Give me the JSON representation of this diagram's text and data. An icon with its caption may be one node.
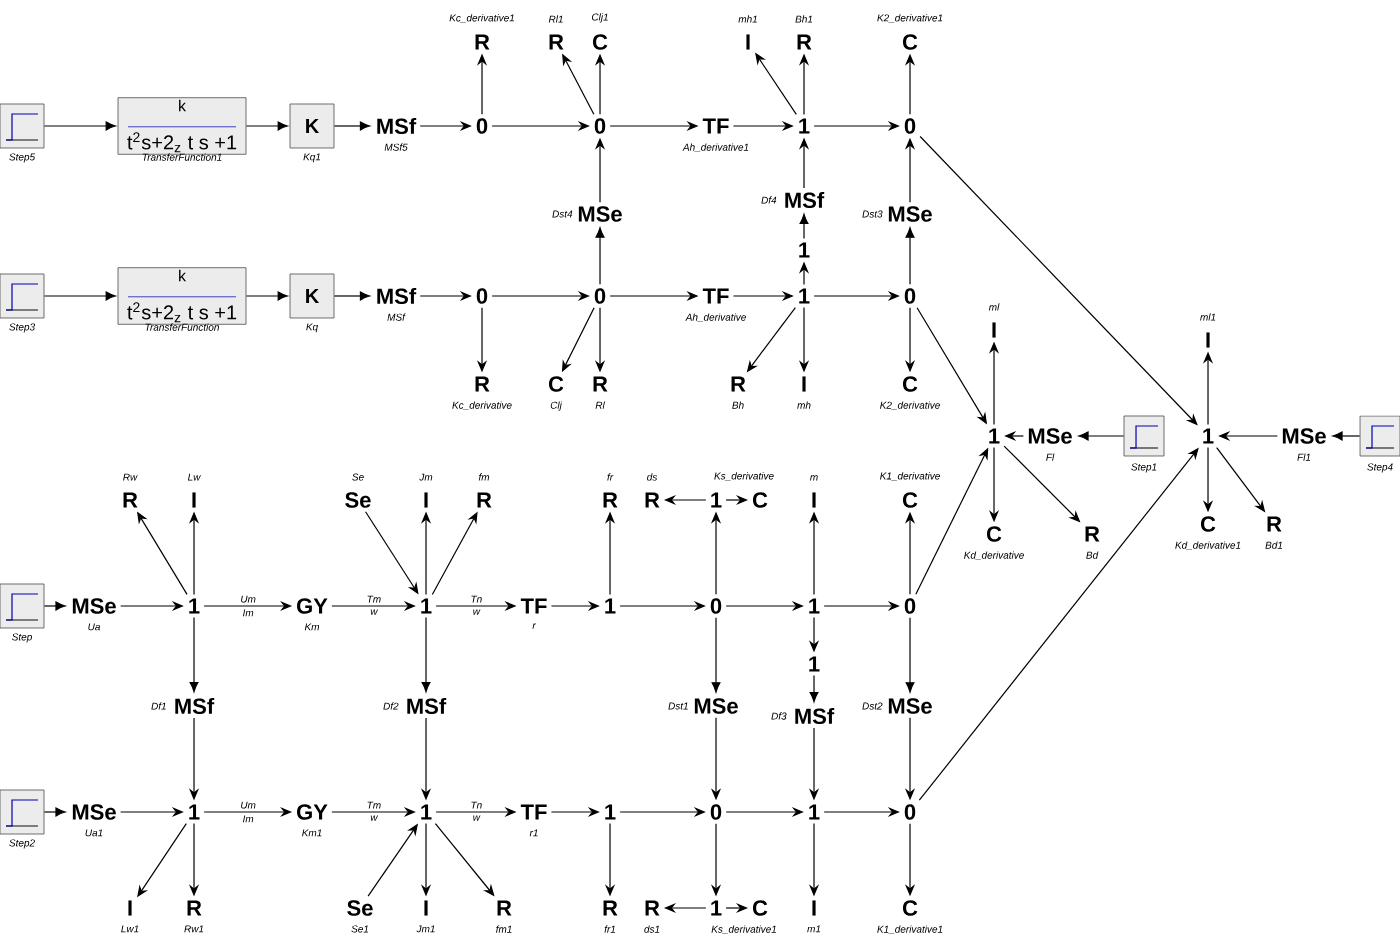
{
  "diagram": {
    "nodes": [
      {
        "text": [],
        "shape": "picture",
        "beside": [
          "Step5"
        ]
      },
      {
        "text": [
          "k",
          "t$^{2}$s+2$_{z}$ t s +1"
        ],
        "beside": [
          "TransferFunction1"
        ]
      },
      {
        "text": [
          "K"
        ],
        "beside": [
          "Kq1"
        ]
      },
      {
        "text": [
          "MSf"
        ],
        "beside": [
          "MSf5"
        ]
      },
      {
        "text": [
          "0"
        ]
      },
      {
        "text": [
          "R"
        ],
        "beside": [
          "Kc_derivative1"
        ]
      },
      {
        "text": [
          "0"
        ]
      },
      {
        "text": [
          "R"
        ],
        "beside": [
          "Rl1"
        ]
      },
      {
        "text": [
          "C"
        ],
        "beside": [
          "Clj1"
        ]
      },
      {
        "text": [
          "MSe"
        ],
        "beside": [
          "Dst4"
        ]
      },
      {
        "text": [
          "TF"
        ],
        "beside": [
          "Ah_derivative1"
        ]
      },
      {
        "text": [
          "1"
        ]
      },
      {
        "text": [
          "I"
        ],
        "beside": [
          "mh1"
        ]
      },
      {
        "text": [
          "R"
        ],
        "beside": [
          "Bh1"
        ]
      },
      {
        "text": [
          "MSf"
        ],
        "beside": [
          "Df4"
        ]
      },
      {
        "text": [
          "1"
        ]
      },
      {
        "text": [
          "0"
        ]
      },
      {
        "text": [
          "C"
        ],
        "beside": [
          "K2_derivative1"
        ]
      },
      {
        "text": [
          "MSe"
        ],
        "beside": [
          "Dst3"
        ]
      },
      {
        "text": [],
        "shape": "picture",
        "beside": [
          "Step3"
        ]
      },
      {
        "text": [
          "k",
          "t$^{2}$s+2$_{z}$ t s +1"
        ],
        "beside": [
          "TransferFunction"
        ]
      },
      {
        "text": [
          "K"
        ],
        "beside": [
          "Kq"
        ]
      },
      {
        "text": [
          "MSf"
        ],
        "beside": [
          "MSf"
        ]
      },
      {
        "text": [
          "0"
        ]
      },
      {
        "text": [
          "R"
        ],
        "beside": [
          "Kc_derivative"
        ]
      },
      {
        "text": [
          "0"
        ]
      },
      {
        "text": [
          "C"
        ],
        "beside": [
          "Clj"
        ]
      },
      {
        "text": [
          "R"
        ],
        "beside": [
          "Rl"
        ]
      },
      {
        "text": [
          "TF"
        ],
        "beside": [
          "Ah_derivative"
        ]
      },
      {
        "text": [
          "1"
        ]
      },
      {
        "text": [
          "R"
        ],
        "beside": [
          "Bh"
        ]
      },
      {
        "text": [
          "I"
        ],
        "beside": [
          "mh"
        ]
      },
      {
        "text": [
          "0"
        ]
      },
      {
        "text": [
          "C"
        ],
        "beside": [
          "K2_derivative"
        ]
      },
      {
        "text": [
          "1"
        ]
      },
      {
        "text": [
          "I"
        ],
        "beside": [
          "ml"
        ]
      },
      {
        "text": [
          "MSe"
        ],
        "beside": [
          "Fl"
        ]
      },
      {
        "text": [],
        "shape": "picture",
        "beside": [
          "Step1"
        ]
      },
      {
        "text": [
          "C"
        ],
        "beside": [
          "Kd_derivative"
        ]
      },
      {
        "text": [
          "R"
        ],
        "beside": [
          "Bd"
        ]
      },
      {
        "text": [
          "1"
        ]
      },
      {
        "text": [
          "I"
        ],
        "beside": [
          "ml1"
        ]
      },
      {
        "text": [
          "MSe"
        ],
        "beside": [
          "Fl1"
        ]
      },
      {
        "text": [],
        "shape": "picture",
        "beside": [
          "Step4"
        ]
      },
      {
        "text": [
          "C"
        ],
        "beside": [
          "Kd_derivative1"
        ]
      },
      {
        "text": [
          "R"
        ],
        "beside": [
          "Bd1"
        ]
      },
      {
        "text": [],
        "shape": "picture",
        "beside": [
          "Step"
        ]
      },
      {
        "text": [
          "MSe"
        ],
        "beside": [
          "Ua"
        ]
      },
      {
        "text": [
          "1"
        ]
      },
      {
        "text": [
          "R"
        ],
        "beside": [
          "Rw"
        ]
      },
      {
        "text": [
          "I"
        ],
        "beside": [
          "Lw"
        ]
      },
      {
        "text": [
          "GY"
        ],
        "beside": [
          "Km"
        ]
      },
      {
        "text": [
          "1"
        ]
      },
      {
        "text": [
          "Se"
        ],
        "beside": [
          "Se"
        ]
      },
      {
        "text": [
          "I"
        ],
        "beside": [
          "Jm"
        ]
      },
      {
        "text": [
          "R"
        ],
        "beside": [
          "fm"
        ]
      },
      {
        "text": [
          "TF"
        ],
        "beside": [
          "r"
        ]
      },
      {
        "text": [
          "1"
        ]
      },
      {
        "text": [
          "R"
        ],
        "beside": [
          "fr"
        ]
      },
      {
        "text": [
          "R"
        ],
        "beside": [
          "ds"
        ]
      },
      {
        "text": [
          "1"
        ]
      },
      {
        "text": [
          "C"
        ],
        "beside": [
          "Ks_derivative"
        ]
      },
      {
        "text": [
          "0"
        ]
      },
      {
        "text": [
          "I"
        ],
        "beside": [
          "m"
        ]
      },
      {
        "text": [
          "1"
        ]
      },
      {
        "text": [
          "0"
        ]
      },
      {
        "text": [
          "C"
        ],
        "beside": [
          "K1_derivative"
        ]
      },
      {
        "text": [
          "MSf"
        ],
        "beside": [
          "Df1"
        ]
      },
      {
        "text": [
          "MSf"
        ],
        "beside": [
          "Df2"
        ]
      },
      {
        "text": [
          "MSe"
        ],
        "beside": [
          "Dst1"
        ]
      },
      {
        "text": [
          "1"
        ]
      },
      {
        "text": [
          "MSf"
        ],
        "beside": [
          "Df3"
        ]
      },
      {
        "text": [
          "MSe"
        ],
        "beside": [
          "Dst2"
        ]
      },
      {
        "text": [],
        "shape": "picture",
        "beside": [
          "Step2"
        ]
      },
      {
        "text": [
          "MSe"
        ],
        "beside": [
          "Ua1"
        ]
      },
      {
        "text": [
          "1"
        ]
      },
      {
        "text": [
          "I"
        ],
        "beside": [
          "Lw1"
        ]
      },
      {
        "text": [
          "R"
        ],
        "beside": [
          "Rw1"
        ]
      },
      {
        "text": [
          "GY"
        ],
        "beside": [
          "Km1"
        ]
      },
      {
        "text": [
          "1"
        ]
      },
      {
        "text": [
          "Se"
        ],
        "beside": [
          "Se1"
        ]
      },
      {
        "text": [
          "I"
        ],
        "beside": [
          "Jm1"
        ]
      },
      {
        "text": [
          "R"
        ],
        "beside": [
          "fm1"
        ]
      },
      {
        "text": [
          "TF"
        ],
        "beside": [
          "r1"
        ]
      },
      {
        "text": [
          "1"
        ]
      },
      {
        "text": [
          "R"
        ],
        "beside": [
          "fr1"
        ]
      },
      {
        "text": [
          "R"
        ],
        "beside": [
          "ds1"
        ]
      },
      {
        "text": [
          "1"
        ]
      },
      {
        "text": [
          "C"
        ],
        "beside": [
          "Ks_derivative1"
        ]
      },
      {
        "text": [
          "0"
        ]
      },
      {
        "text": [
          "1"
        ]
      },
      {
        "text": [
          "I"
        ],
        "beside": [
          "m1"
        ]
      },
      {
        "text": [
          "0"
        ]
      },
      {
        "text": [
          "C"
        ],
        "beside": [
          "K1_derivative1"
        ]
      }
    ],
    "edges": [
      {
        "from": 0,
        "to": 1,
        "arrow": "to"
      },
      {
        "from": 1,
        "to": 2,
        "arrow": "to"
      },
      {
        "from": 2,
        "to": 3,
        "arrow": "to"
      },
      {
        "from": 3,
        "to": 4,
        "arrow": "to"
      },
      {
        "from": 4,
        "to": 5,
        "arrow": "to"
      },
      {
        "from": 4,
        "to": 6,
        "arrow": "to"
      },
      {
        "from": 6,
        "to": 7,
        "arrow": "to"
      },
      {
        "from": 6,
        "to": 8,
        "arrow": "to"
      },
      {
        "from": 9,
        "to": 6,
        "arrow": "to"
      },
      {
        "from": 6,
        "to": 10,
        "arrow": "to"
      },
      {
        "from": 10,
        "to": 11,
        "arrow": "to"
      },
      {
        "from": 11,
        "to": 12,
        "arrow": "to"
      },
      {
        "from": 11,
        "to": 13,
        "arrow": "to"
      },
      {
        "from": 14,
        "to": 11,
        "arrow": "to"
      },
      {
        "from": 15,
        "to": 14,
        "arrow": "to"
      },
      {
        "from": 29,
        "to": 15,
        "arrow": "to"
      },
      {
        "from": 11,
        "to": 16,
        "arrow": "to"
      },
      {
        "from": 16,
        "to": 17,
        "arrow": "to"
      },
      {
        "from": 18,
        "to": 16,
        "arrow": "to"
      },
      {
        "from": 16,
        "to": 40,
        "arrow": "to"
      },
      {
        "from": 19,
        "to": 20,
        "arrow": "to"
      },
      {
        "from": 20,
        "to": 21,
        "arrow": "to"
      },
      {
        "from": 21,
        "to": 22,
        "arrow": "to"
      },
      {
        "from": 22,
        "to": 23,
        "arrow": "to"
      },
      {
        "from": 23,
        "to": 24,
        "arrow": "to"
      },
      {
        "from": 23,
        "to": 25,
        "arrow": "to"
      },
      {
        "from": 25,
        "to": 9,
        "arrow": "to"
      },
      {
        "from": 25,
        "to": 26,
        "arrow": "to"
      },
      {
        "from": 25,
        "to": 27,
        "arrow": "to"
      },
      {
        "from": 25,
        "to": 28,
        "arrow": "to"
      },
      {
        "from": 28,
        "to": 29,
        "arrow": "to"
      },
      {
        "from": 29,
        "to": 30,
        "arrow": "to"
      },
      {
        "from": 29,
        "to": 31,
        "arrow": "to"
      },
      {
        "from": 29,
        "to": 32,
        "arrow": "to"
      },
      {
        "from": 32,
        "to": 33,
        "arrow": "to"
      },
      {
        "from": 32,
        "to": 18,
        "arrow": "to"
      },
      {
        "from": 32,
        "to": 34,
        "arrow": "to"
      },
      {
        "from": 34,
        "to": 35,
        "arrow": "to"
      },
      {
        "from": 36,
        "to": 34,
        "arrow": "to"
      },
      {
        "from": 37,
        "to": 36,
        "arrow": "to"
      },
      {
        "from": 34,
        "to": 38,
        "arrow": "to"
      },
      {
        "from": 34,
        "to": 39,
        "arrow": "to"
      },
      {
        "from": 40,
        "to": 41,
        "arrow": "to"
      },
      {
        "from": 42,
        "to": 40,
        "arrow": "to"
      },
      {
        "from": 43,
        "to": 42,
        "arrow": "to"
      },
      {
        "from": 40,
        "to": 44,
        "arrow": "to"
      },
      {
        "from": 40,
        "to": 45,
        "arrow": "to"
      },
      {
        "from": 46,
        "to": 47,
        "arrow": "to"
      },
      {
        "from": 47,
        "to": 48,
        "arrow": "to"
      },
      {
        "from": 48,
        "to": 49,
        "arrow": "to"
      },
      {
        "from": 48,
        "to": 50,
        "arrow": "to"
      },
      {
        "from": 48,
        "to": 51,
        "arrow": "to",
        "label": "Um"
      },
      {
        "from": 51,
        "to": 52,
        "arrow": "to",
        "label": "Tm"
      },
      {
        "from": 53,
        "to": 52,
        "arrow": "to"
      },
      {
        "from": 52,
        "to": 54,
        "arrow": "to"
      },
      {
        "from": 52,
        "to": 55,
        "arrow": "to"
      },
      {
        "from": 52,
        "to": 56,
        "arrow": "to",
        "label": "Tn"
      },
      {
        "from": 56,
        "to": 57,
        "arrow": "to"
      },
      {
        "from": 57,
        "to": 58,
        "arrow": "to"
      },
      {
        "from": 57,
        "to": 62,
        "arrow": "to"
      },
      {
        "from": 62,
        "to": 60,
        "arrow": "to"
      },
      {
        "from": 60,
        "to": 59,
        "arrow": "to"
      },
      {
        "from": 60,
        "to": 61,
        "arrow": "to"
      },
      {
        "from": 62,
        "to": 64,
        "arrow": "to"
      },
      {
        "from": 64,
        "to": 63,
        "arrow": "to"
      },
      {
        "from": 64,
        "to": 65,
        "arrow": "to"
      },
      {
        "from": 65,
        "to": 66,
        "arrow": "to"
      },
      {
        "from": 65,
        "to": 34,
        "arrow": "to"
      },
      {
        "from": 48,
        "to": 67,
        "arrow": "to"
      },
      {
        "from": 52,
        "to": 68,
        "arrow": "to"
      },
      {
        "from": 62,
        "to": 69,
        "arrow": "to"
      },
      {
        "from": 64,
        "to": 70,
        "arrow": "to"
      },
      {
        "from": 70,
        "to": 71,
        "arrow": "to"
      },
      {
        "from": 65,
        "to": 72,
        "arrow": "to"
      },
      {
        "from": 67,
        "to": 75,
        "arrow": "to"
      },
      {
        "from": 68,
        "to": 79,
        "arrow": "to"
      },
      {
        "from": 69,
        "to": 89,
        "arrow": "to"
      },
      {
        "from": 71,
        "to": 90,
        "arrow": "to"
      },
      {
        "from": 72,
        "to": 92,
        "arrow": "to"
      },
      {
        "from": 73,
        "to": 74,
        "arrow": "to"
      },
      {
        "from": 74,
        "to": 75,
        "arrow": "to"
      },
      {
        "from": 75,
        "to": 76,
        "arrow": "to"
      },
      {
        "from": 75,
        "to": 77,
        "arrow": "to"
      },
      {
        "from": 75,
        "to": 78,
        "arrow": "to",
        "label": "Um"
      },
      {
        "from": 78,
        "to": 79,
        "arrow": "to",
        "label": "Tm"
      },
      {
        "from": 80,
        "to": 79,
        "arrow": "to"
      },
      {
        "from": 79,
        "to": 81,
        "arrow": "to"
      },
      {
        "from": 79,
        "to": 82,
        "arrow": "to"
      },
      {
        "from": 79,
        "to": 83,
        "arrow": "to",
        "label": "Tn"
      },
      {
        "from": 83,
        "to": 84,
        "arrow": "to"
      },
      {
        "from": 84,
        "to": 85,
        "arrow": "to"
      },
      {
        "from": 84,
        "to": 89,
        "arrow": "to"
      },
      {
        "from": 89,
        "to": 87,
        "arrow": "to"
      },
      {
        "from": 87,
        "to": 86,
        "arrow": "to"
      },
      {
        "from": 87,
        "to": 88,
        "arrow": "to"
      },
      {
        "from": 89,
        "to": 90,
        "arrow": "to"
      },
      {
        "from": 90,
        "to": 91,
        "arrow": "to"
      },
      {
        "from": 90,
        "to": 92,
        "arrow": "to"
      },
      {
        "from": 92,
        "to": 93,
        "arrow": "to"
      },
      {
        "from": 92,
        "to": 40,
        "arrow": "to"
      }
    ],
    "labels": [
      "Im",
      "w",
      "w",
      "Im",
      "w",
      "w"
    ]
  }
}
